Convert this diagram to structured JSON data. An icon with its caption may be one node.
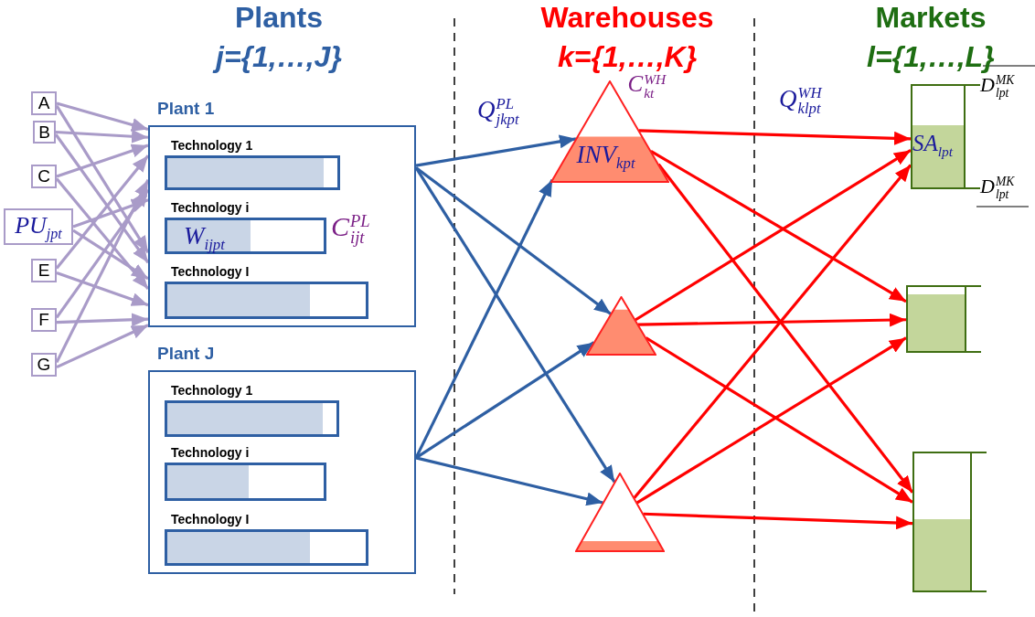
{
  "diagram": {
    "nodes": [
      {
        "text": [
          "A"
        ]
      },
      {
        "text": [
          "B"
        ]
      },
      {
        "text": [
          "C"
        ]
      },
      {
        "text": [
          "PU$_{jpt}$"
        ]
      },
      {
        "text": [
          "E"
        ]
      },
      {
        "text": [
          "F"
        ]
      },
      {
        "text": [
          "G"
        ]
      },
      {
        "text": [
          "Plant 1"
        ]
      },
      {
        "text": [
          "Technology 1"
        ],
        "in": 7
      },
      {
        "text": [
          "Technology i",
          "W$_{ijpt}$"
        ],
        "beside": [
          "C$^{PL}$$_{ijt}$"
        ],
        "in": 7
      },
      {
        "text": [
          "Technology I"
        ],
        "in": 7
      },
      {
        "text": [
          "Plant J"
        ]
      },
      {
        "text": [
          "Technology 1"
        ],
        "in": 11
      },
      {
        "text": [
          "Technology i"
        ],
        "in": 11
      },
      {
        "text": [
          "Technology I"
        ],
        "in": 11
      },
      {
        "text": [
          "INV$_{kpt}$"
        ],
        "beside": [
          "C$^{WH}$$_{kt}$"
        ]
      },
      {
        "text": [],
        "shape": "triangle"
      },
      {
        "text": [],
        "shape": "triangle"
      },
      {
        "text": [
          "SA$_{lpt}$"
        ],
        "beside": [
          "D$^{MK}$$_{lpt}$",
          "D$^{MK}$$_{lpt}$"
        ]
      },
      {
        "text": [],
        "shape": "bar"
      },
      {
        "text": [],
        "shape": "bar"
      }
    ],
    "edges": [
      {
        "from": 0,
        "to": 7,
        "arrow": "to"
      },
      {
        "from": 0,
        "to": 7,
        "arrow": "to"
      },
      {
        "from": 1,
        "to": 7,
        "arrow": "to"
      },
      {
        "from": 1,
        "to": 7,
        "arrow": "to"
      },
      {
        "from": 2,
        "to": 7,
        "arrow": "to"
      },
      {
        "from": 2,
        "to": 7,
        "arrow": "to"
      },
      {
        "from": 3,
        "to": 7,
        "arrow": "to"
      },
      {
        "from": 3,
        "to": 7,
        "arrow": "to"
      },
      {
        "from": 4,
        "to": 7,
        "arrow": "to"
      },
      {
        "from": 4,
        "to": 7,
        "arrow": "to"
      },
      {
        "from": 5,
        "to": 7,
        "arrow": "to"
      },
      {
        "from": 5,
        "to": 7,
        "arrow": "to"
      },
      {
        "from": 6,
        "to": 7,
        "arrow": "to"
      },
      {
        "from": 6,
        "to": 7,
        "arrow": "to"
      },
      {
        "from": 7,
        "to": 15,
        "arrow": "to",
        "label": "Q$^{PL}$$_{jkpt}$",
        "color": "#2e5fa3"
      },
      {
        "from": 7,
        "to": 16,
        "arrow": "to",
        "color": "#2e5fa3"
      },
      {
        "from": 7,
        "to": 17,
        "arrow": "to",
        "color": "#2e5fa3"
      },
      {
        "from": 11,
        "to": 15,
        "arrow": "to",
        "color": "#2e5fa3"
      },
      {
        "from": 11,
        "to": 16,
        "arrow": "to",
        "color": "#2e5fa3"
      },
      {
        "from": 11,
        "to": 17,
        "arrow": "to",
        "color": "#2e5fa3"
      },
      {
        "from": 15,
        "to": 18,
        "arrow": "to",
        "label": "Q$^{WH}$$_{klpt}$",
        "color": "#ff0000"
      },
      {
        "from": 15,
        "to": 19,
        "arrow": "to",
        "color": "#ff0000"
      },
      {
        "from": 15,
        "to": 20,
        "arrow": "to",
        "color": "#ff0000"
      },
      {
        "from": 16,
        "to": 18,
        "arrow": "to",
        "color": "#ff0000"
      },
      {
        "from": 16,
        "to": 19,
        "arrow": "to",
        "color": "#ff0000"
      },
      {
        "from": 16,
        "to": 20,
        "arrow": "to",
        "color": "#ff0000"
      },
      {
        "from": 17,
        "to": 18,
        "arrow": "to",
        "color": "#ff0000"
      },
      {
        "from": 17,
        "to": 19,
        "arrow": "to",
        "color": "#ff0000"
      },
      {
        "from": 17,
        "to": 20,
        "arrow": "to",
        "color": "#ff0000"
      }
    ],
    "labels": [
      "Plants",
      "j={1,…,J}",
      "Warehouses",
      "k={1,…,K}",
      "Markets",
      "l={1,…,L}"
    ]
  }
}
